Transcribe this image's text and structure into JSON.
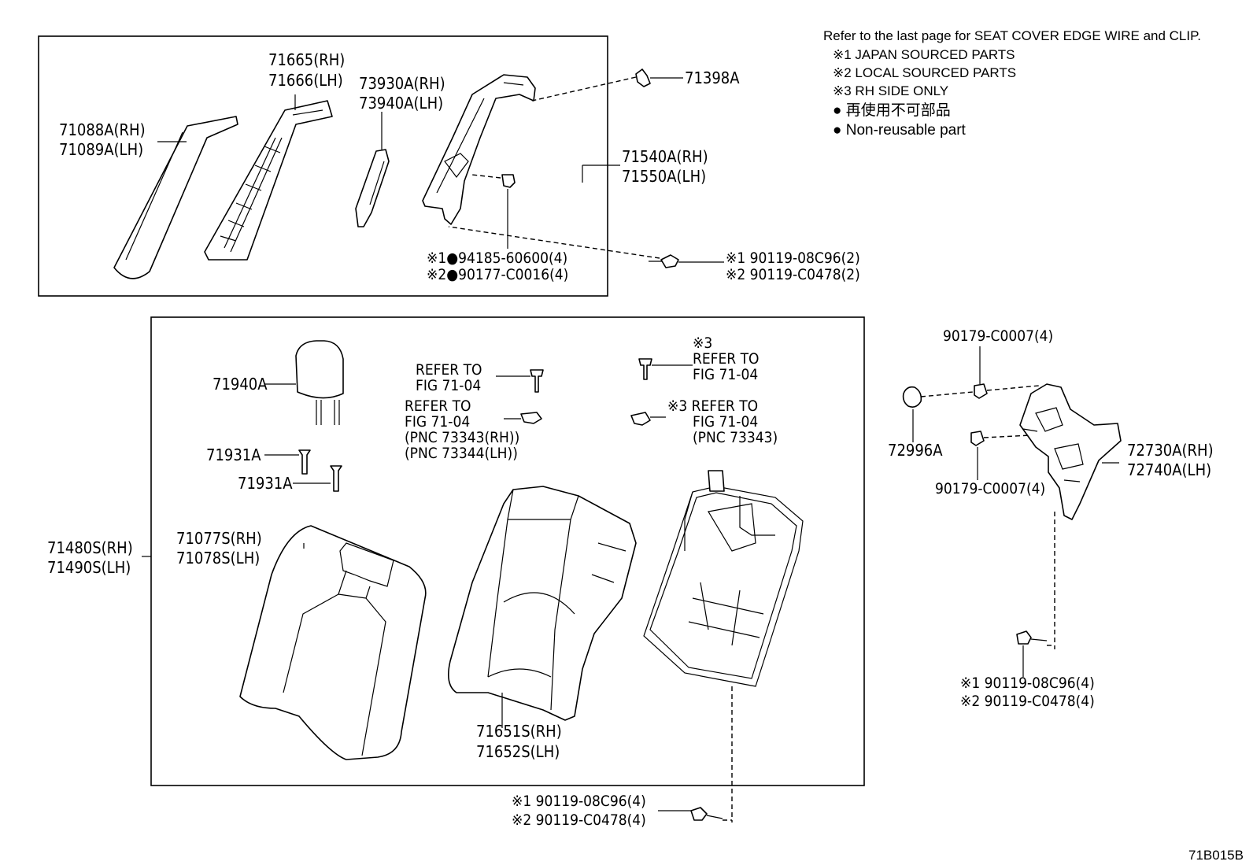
{
  "notes": {
    "line1": "Refer to the last page for SEAT COVER EDGE WIRE and CLIP.",
    "line2": "※1 JAPAN SOURCED PARTS",
    "line3": "※2 LOCAL SOURCED PARTS",
    "line4": "※3 RH SIDE ONLY",
    "line5": "● 再使用不可部品",
    "line6": "● Non-reusable part"
  },
  "figure_id": "71B015B",
  "parts": {
    "p71665": "71665(RH)",
    "p71666": "71666(LH)",
    "p73930": "73930A(RH)",
    "p73940": "73940A(LH)",
    "p71088": "71088A(RH)",
    "p71089": "71089A(LH)",
    "p71398": "71398A",
    "p71540": "71540A(RH)",
    "p71550": "71550A(LH)",
    "p94185": "※1●94185-60600(4)",
    "p90177": "※2●90177-C0016(4)",
    "p90119a1": "※1 90119-08C96(2)",
    "p90119a2": "※2 90119-C0478(2)",
    "p71940": "71940A",
    "ref1a": "REFER TO",
    "ref1b": "FIG 71-04",
    "ref2a": "REFER TO",
    "ref2b": "FIG 71-04",
    "ref2c": "(PNC 73343(RH))",
    "ref2d": "(PNC 73344(LH))",
    "ref3n": "※3",
    "ref3a": "REFER TO",
    "ref3b": "FIG 71-04",
    "ref4a": "※3 REFER TO",
    "ref4b": "FIG 71-04",
    "ref4c": "(PNC 73343)",
    "p71931a": "71931A",
    "p71931b": "71931A",
    "p71077": "71077S(RH)",
    "p71078": "71078S(LH)",
    "p71480": "71480S(RH)",
    "p71490": "71490S(LH)",
    "p71651": "71651S(RH)",
    "p71652": "71652S(LH)",
    "p90119b1": "※1 90119-08C96(4)",
    "p90119b2": "※2 90119-C0478(4)",
    "p90179a": "90179-C0007(4)",
    "p90179b": "90179-C0007(4)",
    "p72996": "72996A",
    "p72730": "72730A(RH)",
    "p72740": "72740A(LH)",
    "p90119c1": "※1 90119-08C96(4)",
    "p90119c2": "※2 90119-C0478(4)"
  }
}
